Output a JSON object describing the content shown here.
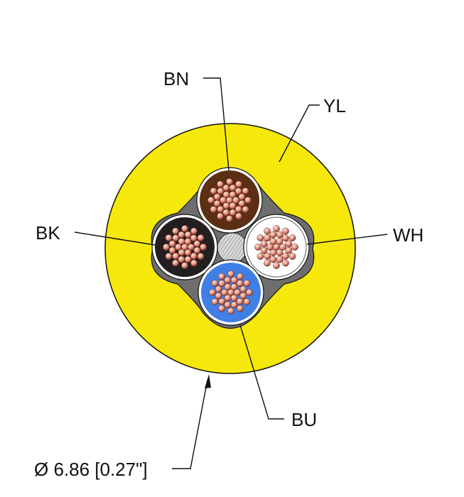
{
  "labels": {
    "bn": "BN",
    "yl": "YL",
    "bk": "BK",
    "wh": "WH",
    "bu": "BU",
    "diameter": "Ø 6.86 [0.27\"]"
  },
  "colors": {
    "jacket": "#f6e80a",
    "brown_insulation": "#5b2f14",
    "black_insulation": "#231f20",
    "white_insulation": "#ffffff",
    "blue_insulation": "#3f7fe6",
    "filler": "#8a8a8a",
    "copper_strand": "#e8a08c"
  }
}
